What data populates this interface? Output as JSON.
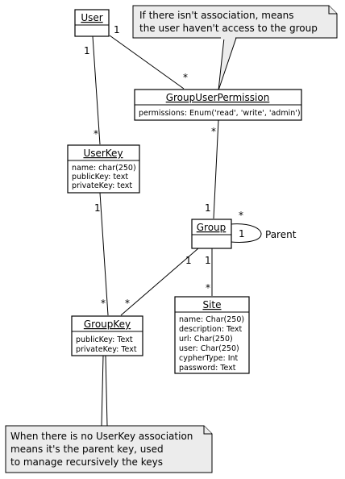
{
  "classes": {
    "user": {
      "name": "User",
      "attributes": []
    },
    "group_user_permission": {
      "name": "GroupUserPermission",
      "attributes": [
        "permissions: Enum('read', 'write', 'admin')"
      ]
    },
    "user_key": {
      "name": "UserKey",
      "attributes": [
        "name: char(250)",
        "publicKey: text",
        "privateKey: text"
      ]
    },
    "group": {
      "name": "Group",
      "attributes": []
    },
    "site": {
      "name": "Site",
      "attributes": [
        "name: Char(250)",
        "description: Text",
        "url: Char(250)",
        "user: Char(250)",
        "cypherType: Int",
        "password: Text"
      ]
    },
    "group_key": {
      "name": "GroupKey",
      "attributes": [
        "publicKey: Text",
        "privateKey: Text"
      ]
    }
  },
  "notes": {
    "permission_note": [
      "If there isn't association, means",
      "the user haven't access to the group"
    ],
    "key_note": [
      "When there is no UserKey association",
      "means it's the parent key, used",
      "to manage recursively the keys"
    ]
  },
  "multiplicities": {
    "user_to_gup_user": "1",
    "user_to_gup_gup": "*",
    "user_to_userkey_user": "1",
    "user_to_userkey_userkey": "*",
    "gup_to_group_gup": "*",
    "gup_to_group_group": "1",
    "group_self_star": "*",
    "group_self_one": "1",
    "group_self_label": "Parent",
    "group_to_groupkey_group": "1",
    "group_to_groupkey_groupkey": "*",
    "group_to_site_group": "1",
    "group_to_site_site": "*",
    "userkey_to_groupkey_userkey": "1",
    "userkey_to_groupkey_groupkey": "*"
  }
}
